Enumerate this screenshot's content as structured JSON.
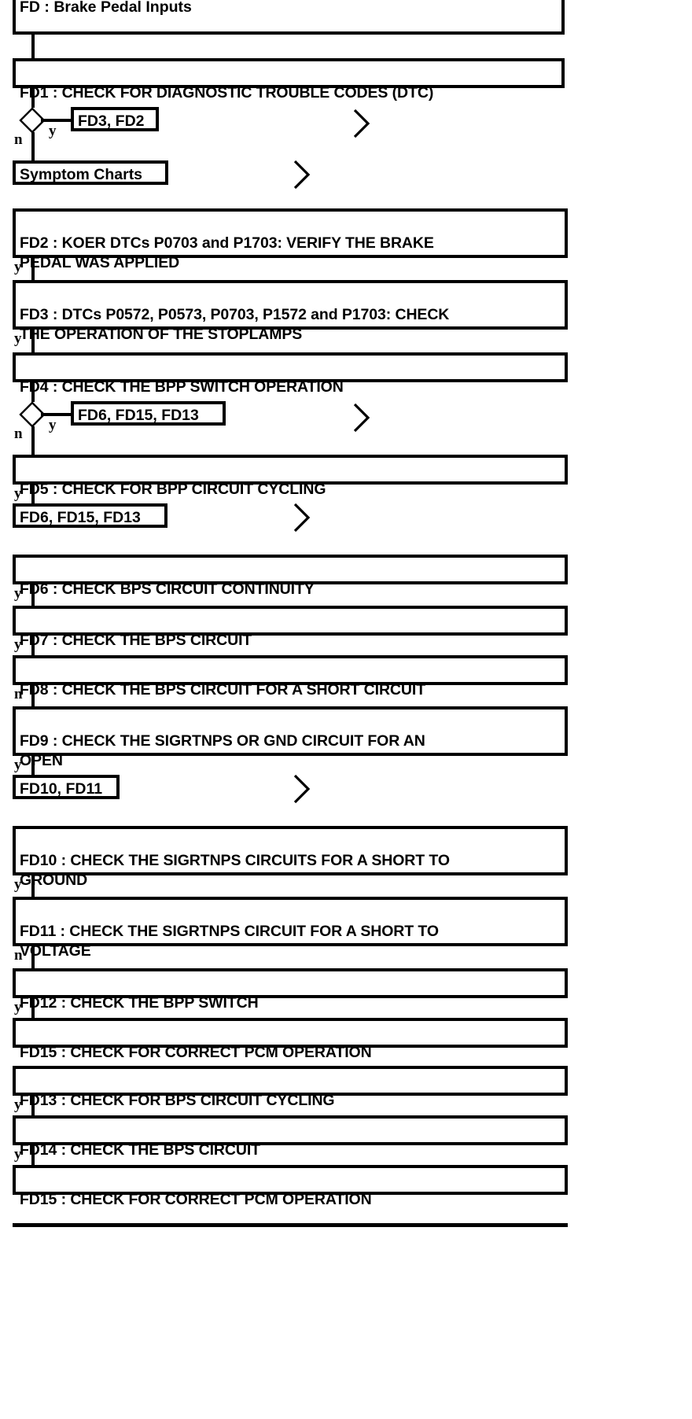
{
  "diagram": {
    "type": "flowchart",
    "title": "FD : Brake Pedal Inputs",
    "branch_labels": {
      "yes": "y",
      "no": "n"
    },
    "steps": [
      {
        "id": "FD1",
        "label": "FD1 : CHECK FOR DIAGNOSTIC TROUBLE CODES (DTC)"
      },
      {
        "id": "FD2",
        "label": "FD2 : KOER DTCs P0703 and P1703: VERIFY THE BRAKE\nPEDAL WAS APPLIED"
      },
      {
        "id": "FD3",
        "label": "FD3 : DTCs P0572, P0573, P0703, P1572 and P1703: CHECK\nTHE OPERATION OF THE STOPLAMPS"
      },
      {
        "id": "FD4",
        "label": "FD4 : CHECK THE BPP SWITCH OPERATION"
      },
      {
        "id": "FD5",
        "label": "FD5 : CHECK FOR BPP CIRCUIT CYCLING"
      },
      {
        "id": "FD6",
        "label": "FD6 : CHECK BPS CIRCUIT CONTINUITY"
      },
      {
        "id": "FD7",
        "label": "FD7 : CHECK THE BPS CIRCUIT"
      },
      {
        "id": "FD8",
        "label": "FD8 : CHECK THE BPS CIRCUIT FOR A SHORT CIRCUIT"
      },
      {
        "id": "FD9",
        "label": "FD9 : CHECK THE SIGRTNPS OR GND CIRCUIT FOR AN\nOPEN"
      },
      {
        "id": "FD10",
        "label": "FD10 : CHECK THE SIGRTNPS CIRCUITS FOR A SHORT TO\nGROUND"
      },
      {
        "id": "FD11",
        "label": "FD11 : CHECK THE SIGRTNPS CIRCUIT FOR A SHORT TO\nVOLTAGE"
      },
      {
        "id": "FD12",
        "label": "FD12 : CHECK THE BPP SWITCH"
      },
      {
        "id": "FD15a",
        "label": "FD15 : CHECK FOR CORRECT PCM OPERATION"
      },
      {
        "id": "FD13",
        "label": "FD13 : CHECK FOR BPS CIRCUIT CYCLING"
      },
      {
        "id": "FD14",
        "label": "FD14 : CHECK THE BPS CIRCUIT"
      },
      {
        "id": "FD15b",
        "label": "FD15 : CHECK FOR CORRECT PCM OPERATION"
      }
    ],
    "references": [
      {
        "id": "ref-fd3-fd2",
        "label": "FD3, FD2"
      },
      {
        "id": "ref-symptom",
        "label": "Symptom Charts"
      },
      {
        "id": "ref-fd6-fd15-fd13-a",
        "label": "FD6, FD15, FD13"
      },
      {
        "id": "ref-fd6-fd15-fd13-b",
        "label": "FD6, FD15, FD13"
      },
      {
        "id": "ref-fd10-fd11",
        "label": "FD10, FD11"
      }
    ],
    "branches": [
      {
        "from": "FD1",
        "yes": "ref-fd3-fd2",
        "no": "ref-symptom"
      },
      {
        "from": "FD2",
        "yes": "FD3"
      },
      {
        "from": "FD3",
        "yes": "FD4"
      },
      {
        "from": "FD4",
        "yes": "ref-fd6-fd15-fd13-a",
        "no": "FD5"
      },
      {
        "from": "FD5",
        "yes": "ref-fd6-fd15-fd13-b"
      },
      {
        "from": "FD6",
        "yes": "FD7"
      },
      {
        "from": "FD7",
        "yes": "FD8"
      },
      {
        "from": "FD8",
        "no": "FD9"
      },
      {
        "from": "FD9",
        "yes": "ref-fd10-fd11"
      },
      {
        "from": "FD10",
        "yes": "FD11"
      },
      {
        "from": "FD11",
        "no": "FD12"
      },
      {
        "from": "FD12",
        "yes": "FD15a"
      },
      {
        "from": "FD13",
        "yes": "FD14"
      },
      {
        "from": "FD14",
        "yes": "FD15b"
      }
    ],
    "colors": {
      "ink": "#000000",
      "paper": "#ffffff"
    }
  }
}
